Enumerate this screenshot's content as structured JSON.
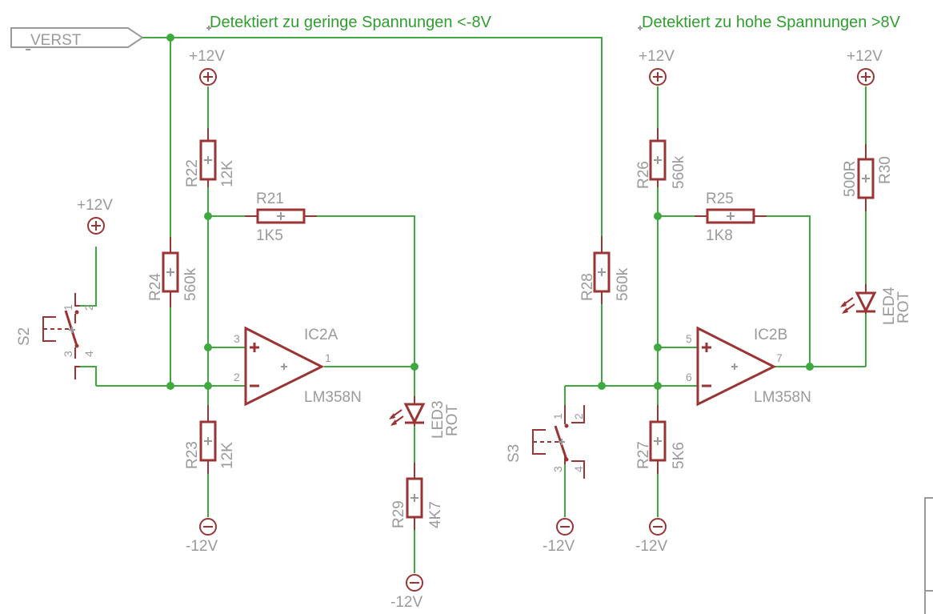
{
  "notes": {
    "left": "Detektiert zu geringe Spannungen <-8V",
    "right": "Detektiert zu hohe Spannungen >8V"
  },
  "net_label": "VERST",
  "supplies": {
    "pos": "+12V",
    "neg": "-12V"
  },
  "resistors": {
    "R21": {
      "name": "R21",
      "value": "1K5"
    },
    "R22": {
      "name": "R22",
      "value": "12K"
    },
    "R23": {
      "name": "R23",
      "value": "12K"
    },
    "R24": {
      "name": "R24",
      "value": "560k"
    },
    "R25": {
      "name": "R25",
      "value": "1K8"
    },
    "R26": {
      "name": "R26",
      "value": "560k"
    },
    "R27": {
      "name": "R27",
      "value": "5K6"
    },
    "R28": {
      "name": "R28",
      "value": "560k"
    },
    "R29": {
      "name": "R29",
      "value": "4K7"
    },
    "R30": {
      "name": "R30",
      "value": "500R"
    }
  },
  "opamps": {
    "IC2A": {
      "name": "IC2A",
      "part": "LM358N",
      "pin_plus": "3",
      "pin_minus": "2",
      "pin_out": "1"
    },
    "IC2B": {
      "name": "IC2B",
      "part": "LM358N",
      "pin_plus": "5",
      "pin_minus": "6",
      "pin_out": "7"
    }
  },
  "leds": {
    "LED3": {
      "name": "LED3",
      "value": "ROT"
    },
    "LED4": {
      "name": "LED4",
      "value": "ROT"
    }
  },
  "switches": {
    "S2": {
      "name": "S2",
      "pins": [
        "1",
        "2",
        "3",
        "4"
      ]
    },
    "S3": {
      "name": "S3",
      "pins": [
        "1",
        "2",
        "3",
        "4"
      ]
    }
  },
  "sym": {
    "plus": "+",
    "minus": "−"
  }
}
